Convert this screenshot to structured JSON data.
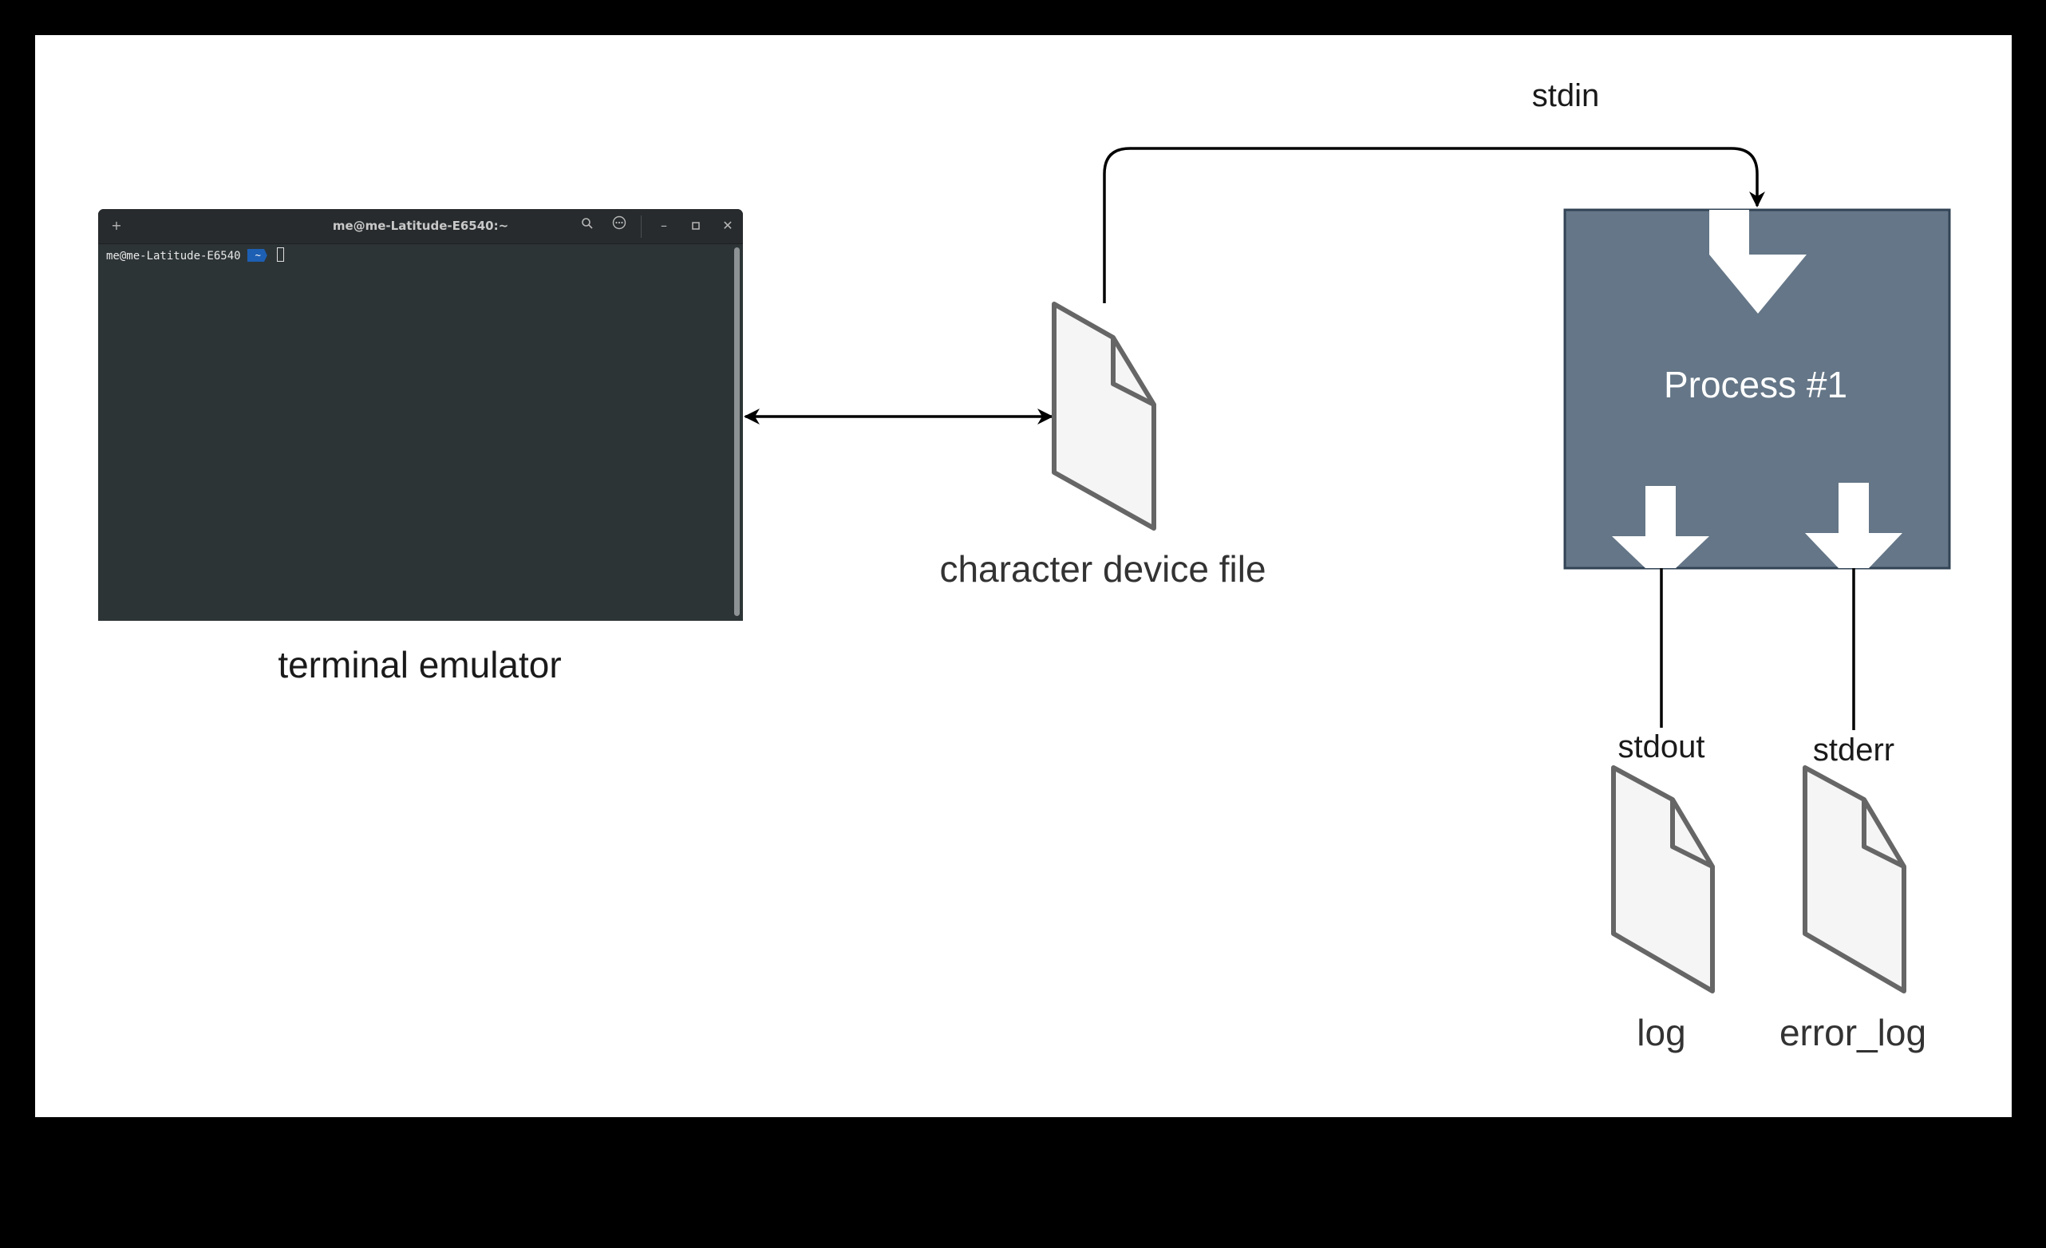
{
  "terminal": {
    "title": "me@me-Latitude-E6540:~",
    "prompt_host": "me@me-Latitude-E6540",
    "prompt_dir": "~",
    "new_tab_icon": "plus-icon",
    "search_icon": "search-icon",
    "menu_icon": "more-icon",
    "minimize_icon": "minimize-icon",
    "maximize_icon": "maximize-icon",
    "close_icon": "close-icon",
    "caption": "terminal emulator"
  },
  "device_file": {
    "caption": "character device file"
  },
  "process": {
    "label": "Process #1",
    "color": "#647687"
  },
  "streams": {
    "stdin": "stdin",
    "stdout": "stdout",
    "stderr": "stderr"
  },
  "outputs": {
    "log": "log",
    "error_log": "error_log"
  },
  "colors": {
    "background": "#000000",
    "canvas": "#ffffff",
    "file_fill": "#f5f5f5",
    "file_stroke": "#666666",
    "terminal_bg": "#2d3436",
    "accent": "#1d5fb3"
  }
}
